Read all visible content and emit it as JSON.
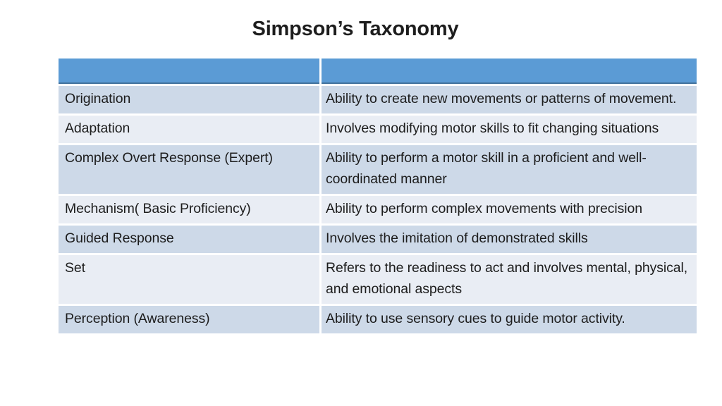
{
  "slide": {
    "title": "Simpson’s Taxonomy",
    "table": {
      "header": {
        "level": "",
        "description": ""
      },
      "rows": [
        {
          "level": "Origination",
          "description": "Ability to create new movements or patterns of movement.",
          "shade": "dark"
        },
        {
          "level": "Adaptation",
          "description": "Involves modifying motor skills to fit changing situations",
          "shade": "light"
        },
        {
          "level": "Complex Overt Response (Expert)",
          "description": "Ability to perform a motor skill in a proficient and well-coordinated manner",
          "shade": "dark"
        },
        {
          "level": "Mechanism( Basic Proficiency)",
          "description": "Ability to perform complex movements with precision",
          "shade": "light"
        },
        {
          "level": "Guided Response",
          "description": "Involves the imitation of demonstrated skills",
          "shade": "dark"
        },
        {
          "level": "Set",
          "description": "Refers to the readiness to act and involves mental, physical, and emotional aspects",
          "shade": "light"
        },
        {
          "level": "Perception (Awareness)",
          "description": "Ability to use sensory cues to guide motor activity.",
          "shade": "dark"
        }
      ]
    },
    "colors": {
      "background": "#ffffff",
      "header_fill": "#5b9bd5",
      "header_underline": "#41719c",
      "row_dark": "#cdd9e8",
      "row_light": "#e9edf4",
      "text": "#1d1d1d"
    }
  }
}
